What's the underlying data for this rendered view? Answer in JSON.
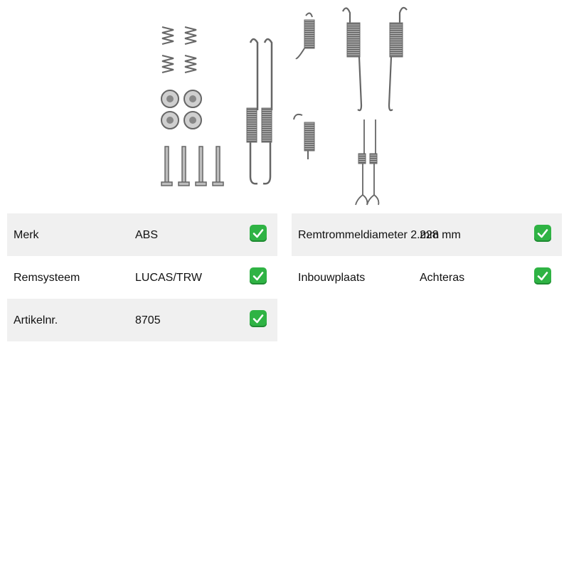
{
  "product": {
    "image_icon": "brake-shoe-fitting-kit-image"
  },
  "specs_left": [
    {
      "label": "Merk",
      "value": "ABS"
    },
    {
      "label": "Remsysteem",
      "value": "LUCAS/TRW"
    },
    {
      "label": "Artikelnr.",
      "value": "8705"
    }
  ],
  "specs_right": [
    {
      "label": "Remtrommeldiameter 2.mm",
      "value": "228 mm"
    },
    {
      "label": "Inbouwplaats",
      "value": "Achteras"
    }
  ],
  "colors": {
    "check": "#2fb344",
    "row_shade": "#f0f0f0"
  }
}
